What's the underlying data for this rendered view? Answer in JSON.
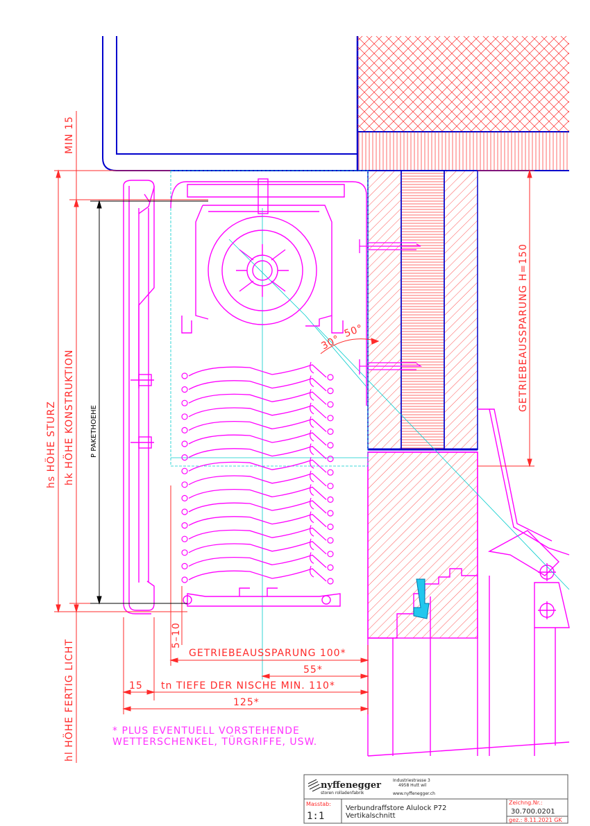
{
  "dimensions": {
    "min15": "MIN 15",
    "hs": "hs HÖHE STURZ",
    "hk": "hk HÖHE KONSTRUKTION",
    "paket": "P PAKETHOEHE",
    "hl": "hl HÖHE FERTIG LICHT",
    "getriebe_h": "GETRIEBEAUSSPARUNG H=150",
    "angle30": "30°",
    "angle50": "50°",
    "gap": "5–10",
    "getriebe_100": "GETRIEBEAUSSPARUNG 100*",
    "d55": "55*",
    "d15": "15",
    "tn": "tn TIEFE DER NISCHE MIN. 110*",
    "d125": "125*"
  },
  "note": {
    "line1": "* PLUS EVENTUELL VORSTEHENDE",
    "line2": "WETTERSCHENKEL, TÜRGRIFFE, USW."
  },
  "title_block": {
    "logo": "nyffenegger",
    "tagline": "storen rolladenfabrik",
    "address_line1": "Industriestrasse 3",
    "address_line2": "4958 Hutt wil",
    "website": "www.nyffenegger.ch",
    "scale_label": "Masstab:",
    "scale_value": "1:1",
    "title_line1": "Verbundraffstore Alulock P72",
    "title_line2": "Vertikalschnitt",
    "drawing_no_label": "Zeichng.Nr.:",
    "drawing_no": "30.700.0201",
    "drawn": "gez.: 8.11.2021 GK"
  },
  "colors": {
    "structure": "#0000cc",
    "product": "#ff00ff",
    "dimension": "#ff2a2a",
    "axis": "#00cccc",
    "seal": "#00ccff"
  }
}
